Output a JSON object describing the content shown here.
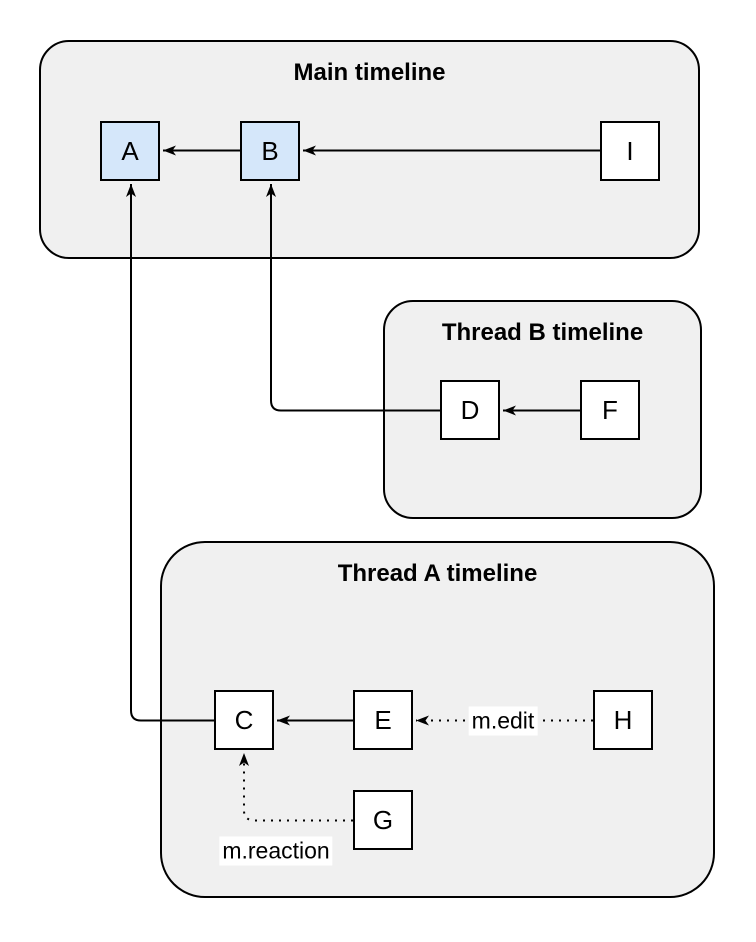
{
  "diagram": {
    "containers": {
      "main": {
        "title": "Main timeline"
      },
      "thread_b": {
        "title": "Thread B timeline"
      },
      "thread_a": {
        "title": "Thread A timeline"
      }
    },
    "nodes": {
      "a": {
        "label": "A",
        "highlighted": true
      },
      "b": {
        "label": "B",
        "highlighted": true
      },
      "i": {
        "label": "I",
        "highlighted": false
      },
      "d": {
        "label": "D",
        "highlighted": false
      },
      "f": {
        "label": "F",
        "highlighted": false
      },
      "c": {
        "label": "C",
        "highlighted": false
      },
      "e": {
        "label": "E",
        "highlighted": false
      },
      "h": {
        "label": "H",
        "highlighted": false
      },
      "g": {
        "label": "G",
        "highlighted": false
      }
    },
    "edges": [
      {
        "from": "I",
        "to": "B",
        "style": "solid",
        "label": ""
      },
      {
        "from": "B",
        "to": "A",
        "style": "solid",
        "label": ""
      },
      {
        "from": "F",
        "to": "D",
        "style": "solid",
        "label": ""
      },
      {
        "from": "D",
        "to": "B",
        "style": "solid",
        "label": ""
      },
      {
        "from": "E",
        "to": "C",
        "style": "solid",
        "label": ""
      },
      {
        "from": "C",
        "to": "A",
        "style": "solid",
        "label": ""
      },
      {
        "from": "H",
        "to": "E",
        "style": "dotted",
        "label": "m.edit"
      },
      {
        "from": "G",
        "to": "C",
        "style": "dotted",
        "label": "m.reaction"
      }
    ],
    "edge_labels": {
      "h_to_e": "m.edit",
      "g_to_c": "m.reaction"
    },
    "colors": {
      "container_fill": "#f0f0f0",
      "container_stroke": "#000000",
      "node_fill": "#ffffff",
      "node_highlight_fill": "#d5e7fa",
      "node_stroke": "#000000",
      "edge_color": "#000000",
      "label_bg": "#ffffff",
      "text": "#000000"
    }
  }
}
